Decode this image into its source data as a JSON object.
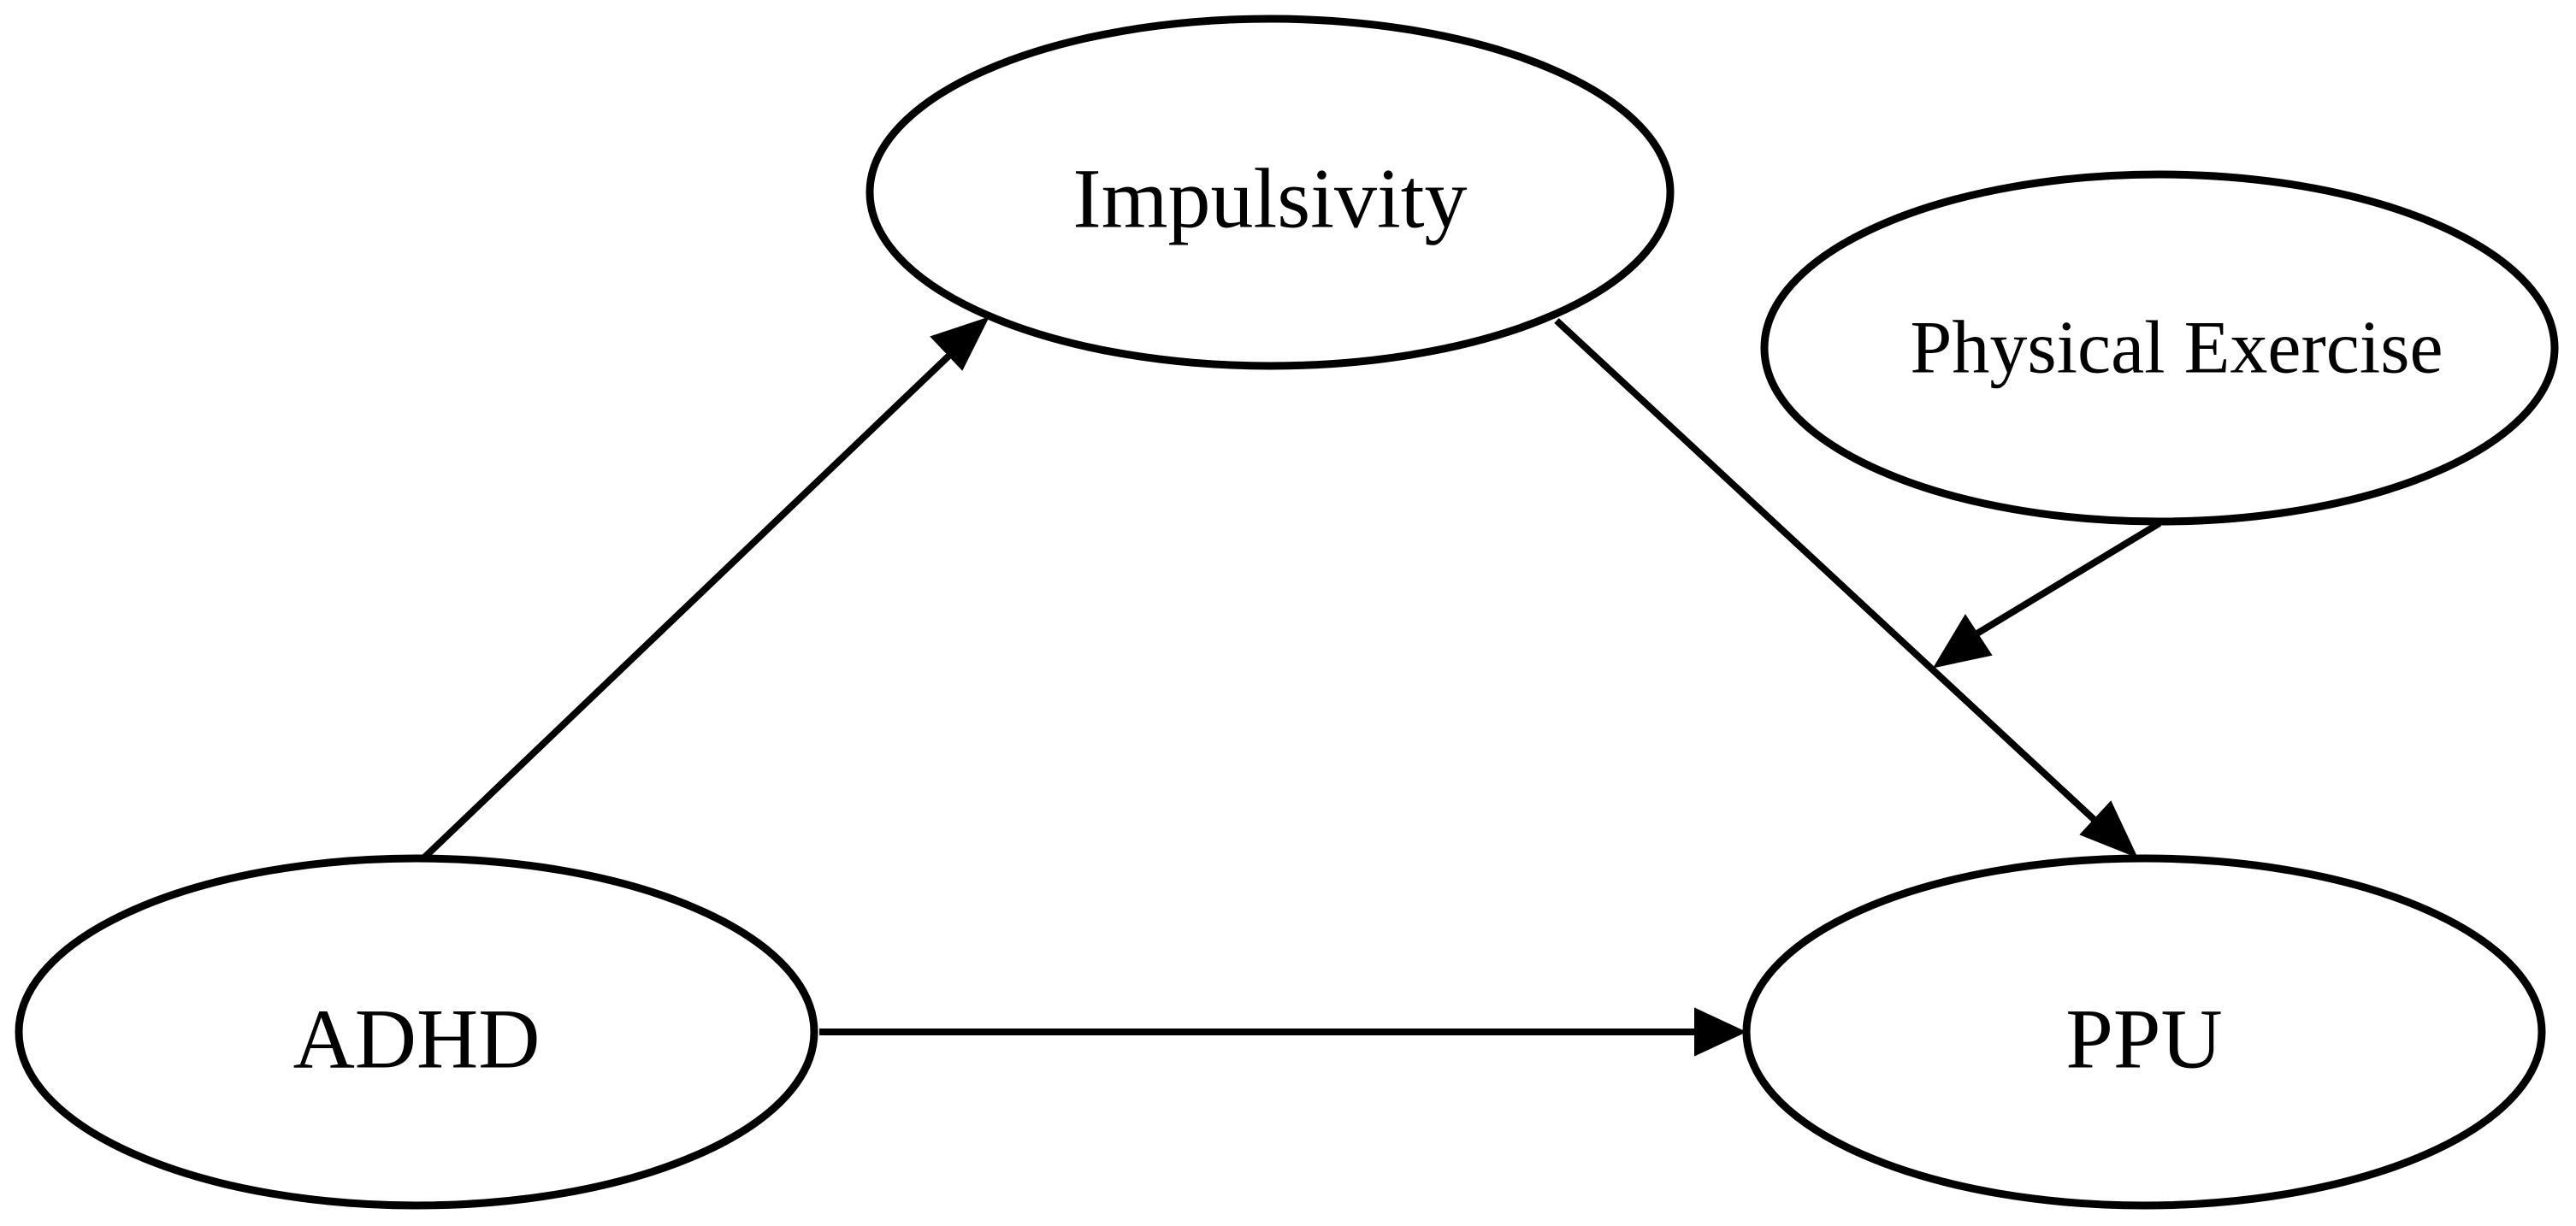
{
  "diagram": {
    "nodes": {
      "impulsivity": {
        "label": "Impulsivity"
      },
      "physical_exercise": {
        "label": "Physical Exercise"
      },
      "adhd": {
        "label": "ADHD"
      },
      "ppu": {
        "label": "PPU"
      }
    },
    "edges": [
      {
        "from": "ADHD",
        "to": "Impulsivity"
      },
      {
        "from": "Impulsivity",
        "to": "PPU"
      },
      {
        "from": "ADHD",
        "to": "PPU"
      },
      {
        "from": "Physical Exercise",
        "to": "Impulsivity → PPU path"
      }
    ],
    "colors": {
      "stroke": "#000000",
      "background": "#ffffff"
    }
  }
}
